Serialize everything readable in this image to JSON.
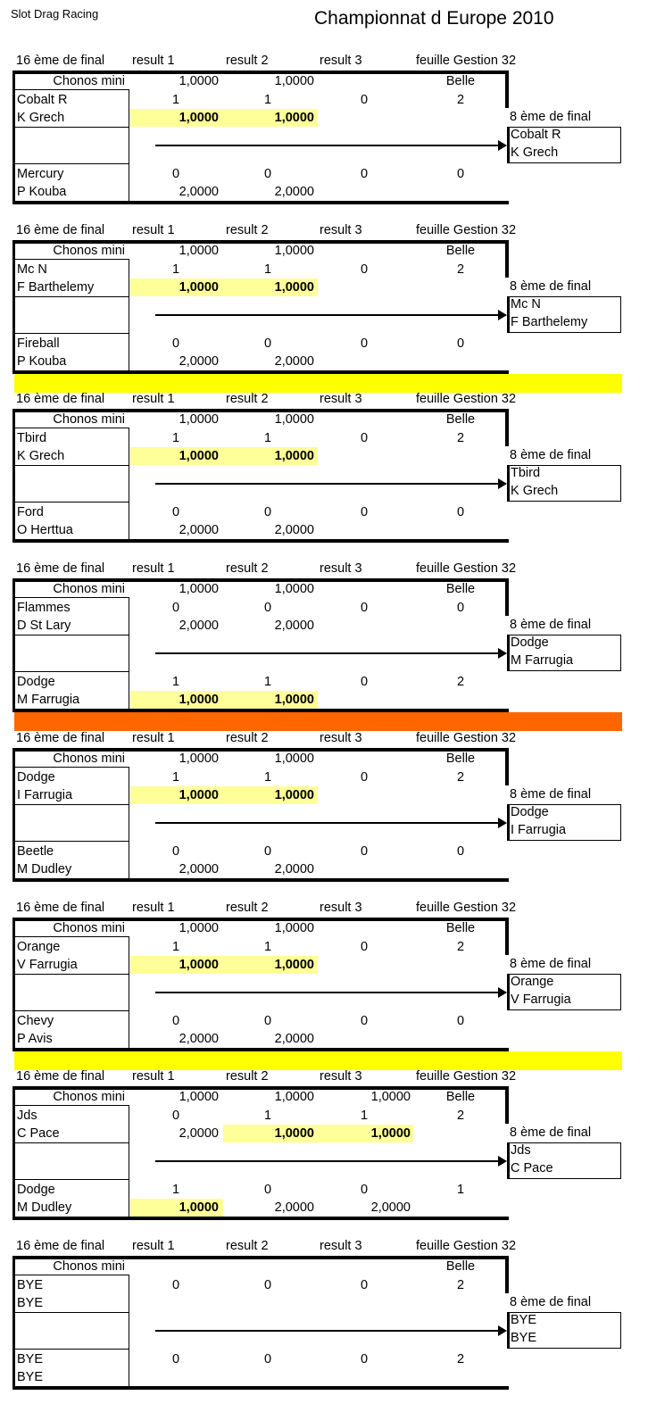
{
  "title_left": "Slot Drag Racing",
  "title_right": "Championnat d Europe 2010",
  "labels": {
    "round": "16 ème de final",
    "r1": "result 1",
    "r2": "result 2",
    "r3": "result 3",
    "sheet": "feuille Gestion 32",
    "chrono": "Chonos mini",
    "belle": "Belle",
    "next": "8 ème de final"
  },
  "colors": {
    "highlight": "#ffff99",
    "yellow": "#ffff00",
    "orange": "#ff6600"
  },
  "matches": [
    {
      "chrono": [
        "1,0000",
        "1,0000",
        ""
      ],
      "a": {
        "car": "Cobalt R",
        "driver": "K Grech",
        "scores": [
          "1",
          "1",
          "0",
          "2"
        ],
        "times": [
          "1,0000",
          "1,0000",
          ""
        ],
        "win": [
          true,
          true,
          false
        ]
      },
      "b": {
        "car": "Mercury",
        "driver": "P Kouba",
        "scores": [
          "0",
          "0",
          "0",
          "0"
        ],
        "times": [
          "2,0000",
          "2,0000",
          ""
        ],
        "win": [
          false,
          false,
          false
        ]
      },
      "winner": {
        "car": "Cobalt R",
        "driver": "K Grech"
      },
      "separator": ""
    },
    {
      "chrono": [
        "1,0000",
        "1,0000",
        ""
      ],
      "a": {
        "car": "Mc N",
        "driver": "F Barthelemy",
        "scores": [
          "1",
          "1",
          "0",
          "2"
        ],
        "times": [
          "1,0000",
          "1,0000",
          ""
        ],
        "win": [
          true,
          true,
          false
        ]
      },
      "b": {
        "car": "Fireball",
        "driver": "P Kouba",
        "scores": [
          "0",
          "0",
          "0",
          "0"
        ],
        "times": [
          "2,0000",
          "2,0000",
          ""
        ],
        "win": [
          false,
          false,
          false
        ]
      },
      "winner": {
        "car": "Mc N",
        "driver": "F Barthelemy"
      },
      "separator": "yellow"
    },
    {
      "chrono": [
        "1,0000",
        "1,0000",
        ""
      ],
      "a": {
        "car": "Tbird",
        "driver": "K Grech",
        "scores": [
          "1",
          "1",
          "0",
          "2"
        ],
        "times": [
          "1,0000",
          "1,0000",
          ""
        ],
        "win": [
          true,
          true,
          false
        ]
      },
      "b": {
        "car": "Ford",
        "driver": "O Herttua",
        "scores": [
          "0",
          "0",
          "0",
          "0"
        ],
        "times": [
          "2,0000",
          "2,0000",
          ""
        ],
        "win": [
          false,
          false,
          false
        ]
      },
      "winner": {
        "car": "Tbird",
        "driver": "K Grech"
      },
      "separator": ""
    },
    {
      "chrono": [
        "1,0000",
        "1,0000",
        ""
      ],
      "a": {
        "car": "Flammes",
        "driver": "D St Lary",
        "scores": [
          "0",
          "0",
          "0",
          "0"
        ],
        "times": [
          "2,0000",
          "2,0000",
          ""
        ],
        "win": [
          false,
          false,
          false
        ]
      },
      "b": {
        "car": "Dodge",
        "driver": "M Farrugia",
        "scores": [
          "1",
          "1",
          "0",
          "2"
        ],
        "times": [
          "1,0000",
          "1,0000",
          ""
        ],
        "win": [
          true,
          true,
          false
        ]
      },
      "winner": {
        "car": "Dodge",
        "driver": "M Farrugia"
      },
      "separator": "orange"
    },
    {
      "chrono": [
        "1,0000",
        "1,0000",
        ""
      ],
      "a": {
        "car": "Dodge",
        "driver": "I Farrugia",
        "scores": [
          "1",
          "1",
          "0",
          "2"
        ],
        "times": [
          "1,0000",
          "1,0000",
          ""
        ],
        "win": [
          true,
          true,
          false
        ]
      },
      "b": {
        "car": "Beetle",
        "driver": "M Dudley",
        "scores": [
          "0",
          "0",
          "0",
          "0"
        ],
        "times": [
          "2,0000",
          "2,0000",
          ""
        ],
        "win": [
          false,
          false,
          false
        ]
      },
      "winner": {
        "car": "Dodge",
        "driver": "I Farrugia"
      },
      "separator": ""
    },
    {
      "chrono": [
        "1,0000",
        "1,0000",
        ""
      ],
      "a": {
        "car": "Orange",
        "driver": "V Farrugia",
        "scores": [
          "1",
          "1",
          "0",
          "2"
        ],
        "times": [
          "1,0000",
          "1,0000",
          ""
        ],
        "win": [
          true,
          true,
          false
        ]
      },
      "b": {
        "car": "Chevy",
        "driver": "P Avis",
        "scores": [
          "0",
          "0",
          "0",
          "0"
        ],
        "times": [
          "2,0000",
          "2,0000",
          ""
        ],
        "win": [
          false,
          false,
          false
        ]
      },
      "winner": {
        "car": "Orange",
        "driver": "V Farrugia"
      },
      "separator": "yellow"
    },
    {
      "chrono": [
        "1,0000",
        "1,0000",
        "1,0000"
      ],
      "a": {
        "car": "Jds",
        "driver": "C Pace",
        "scores": [
          "0",
          "1",
          "1",
          "2"
        ],
        "times": [
          "2,0000",
          "1,0000",
          "1,0000"
        ],
        "win": [
          false,
          true,
          true
        ]
      },
      "b": {
        "car": "Dodge",
        "driver": "M Dudley",
        "scores": [
          "1",
          "0",
          "0",
          "1"
        ],
        "times": [
          "1,0000",
          "2,0000",
          "2,0000"
        ],
        "win": [
          true,
          false,
          false
        ]
      },
      "winner": {
        "car": "Jds",
        "driver": "C Pace"
      },
      "separator": ""
    },
    {
      "chrono": [
        "",
        "",
        ""
      ],
      "a": {
        "car": "BYE",
        "driver": "BYE",
        "scores": [
          "0",
          "0",
          "0",
          "2"
        ],
        "times": [
          "",
          "",
          ""
        ],
        "win": [
          false,
          false,
          false
        ]
      },
      "b": {
        "car": "BYE",
        "driver": "BYE",
        "scores": [
          "0",
          "0",
          "0",
          "2"
        ],
        "times": [
          "",
          "",
          ""
        ],
        "win": [
          false,
          false,
          false
        ]
      },
      "winner": {
        "car": "BYE",
        "driver": "BYE"
      },
      "separator": ""
    }
  ]
}
